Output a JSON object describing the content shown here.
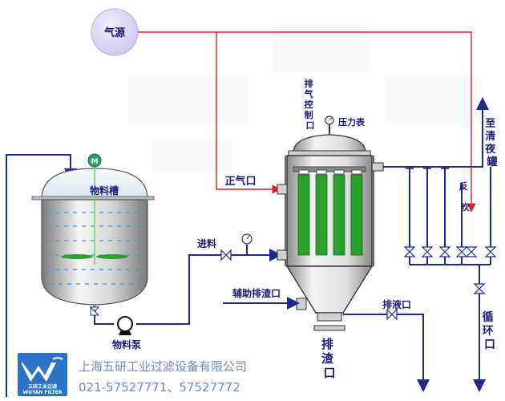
{
  "labels": {
    "air_source": "气源",
    "exhaust_control": "排气控制口",
    "pressure_gauge": "压力表",
    "positive_air_inlet": "正气口",
    "material_tank": "物料槽",
    "feed": "进料",
    "aux_slag_port": "辅助排渣口",
    "drain_port": "排液口",
    "slag_port": "排渣口",
    "material_pump": "物料泵",
    "to_clear_tank": "至清夜罐",
    "backblow": "反吹",
    "circulation_port": "循环口",
    "motor": "M"
  },
  "footer": {
    "company": "上海五研工业过滤设备有限公司",
    "phone": "021-57527771、57527772",
    "logo_line1": "五研工业过滤",
    "logo_line2": "WUYAN FILTER"
  },
  "colors": {
    "pipe": "#1f2b8c",
    "air_line": "#e02020",
    "filter_element": "#2ca02c",
    "vessel_outline": "#333333",
    "air_source_fill": "#dcd6f2",
    "logo_bg": "#2a73c8"
  }
}
